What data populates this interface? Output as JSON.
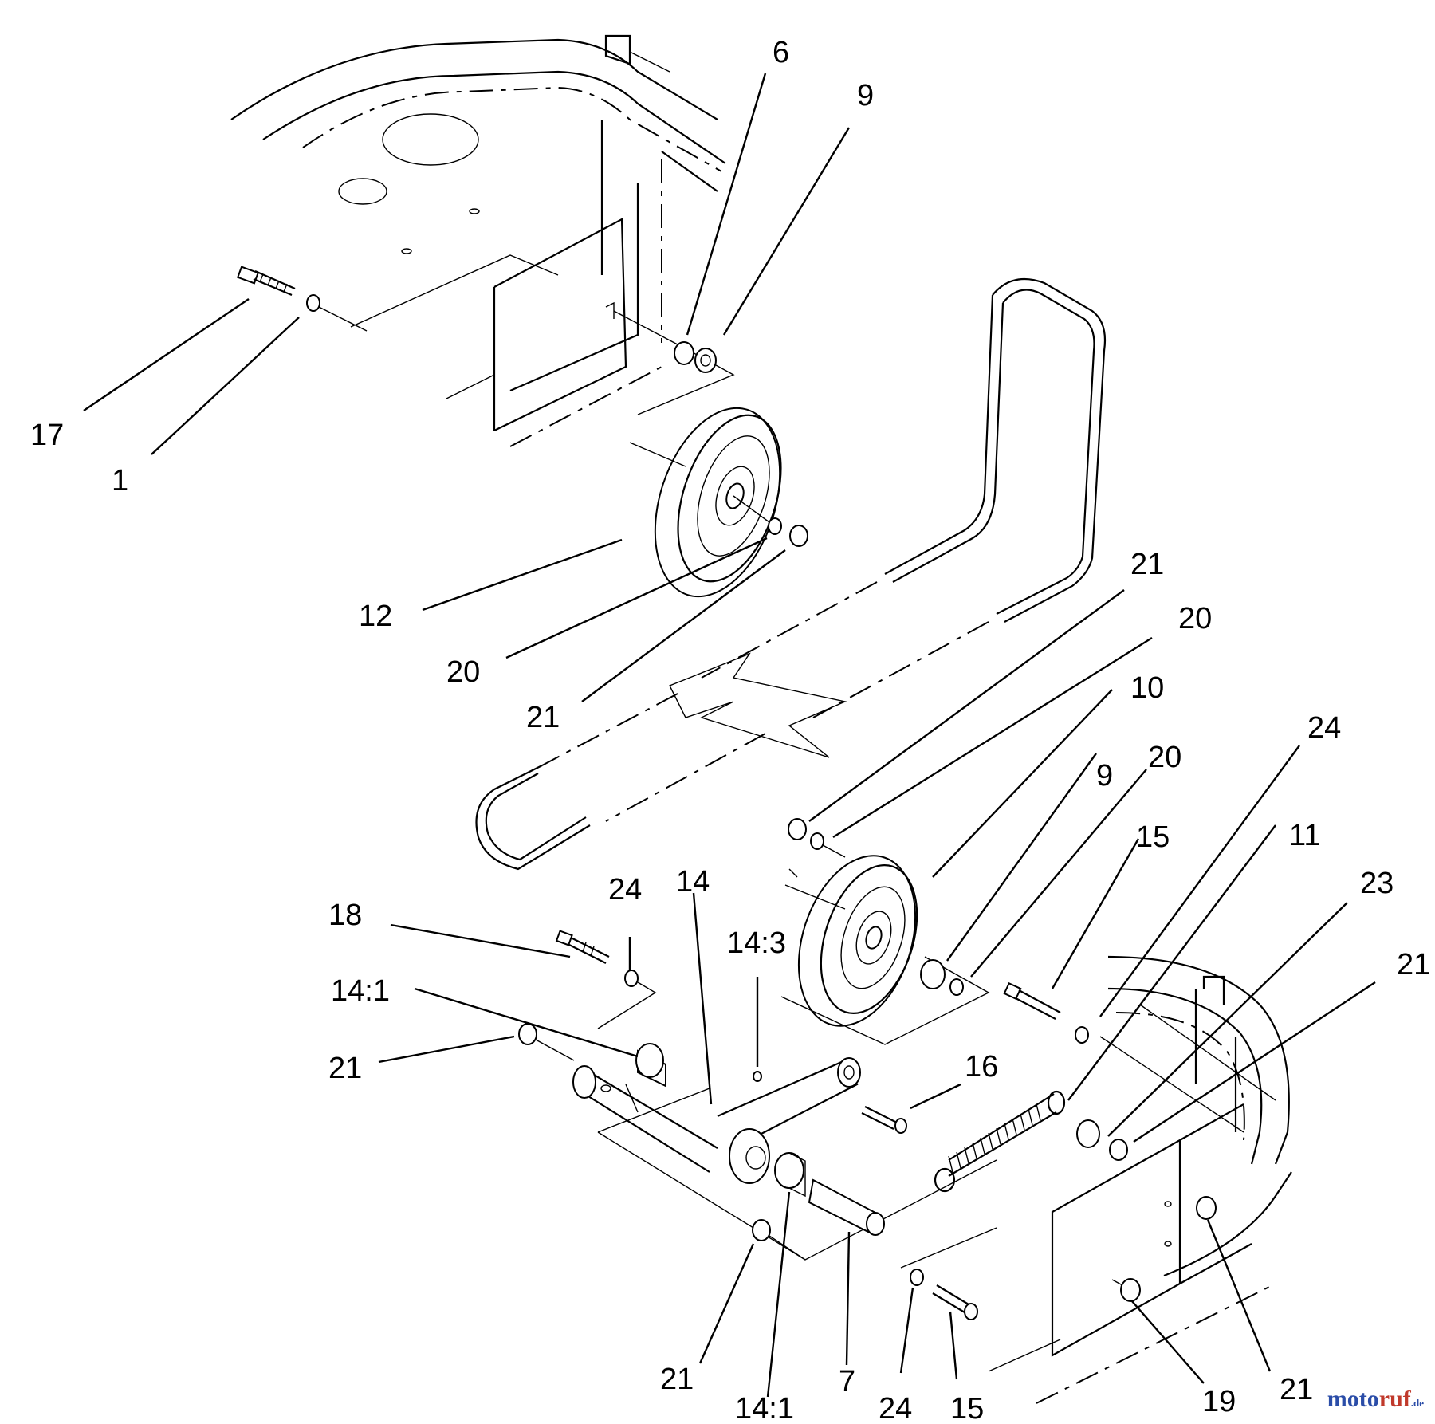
{
  "callouts": [
    {
      "text": "6"
    },
    {
      "text": "9"
    },
    {
      "text": "17"
    },
    {
      "text": "1"
    },
    {
      "text": "12"
    },
    {
      "text": "20"
    },
    {
      "text": "21"
    },
    {
      "text": "21"
    },
    {
      "text": "20"
    },
    {
      "text": "10"
    },
    {
      "text": "24"
    },
    {
      "text": "9"
    },
    {
      "text": "20"
    },
    {
      "text": "15"
    },
    {
      "text": "11"
    },
    {
      "text": "23"
    },
    {
      "text": "21"
    },
    {
      "text": "18"
    },
    {
      "text": "24"
    },
    {
      "text": "14"
    },
    {
      "text": "14:3"
    },
    {
      "text": "14:1"
    },
    {
      "text": "21"
    },
    {
      "text": "16"
    },
    {
      "text": "21"
    },
    {
      "text": "14:1"
    },
    {
      "text": "7"
    },
    {
      "text": "24"
    },
    {
      "text": "15"
    },
    {
      "text": "19"
    },
    {
      "text": "21"
    }
  ],
  "watermark": {
    "part1": "moto",
    "part2": "ruf",
    "part3": ".de"
  }
}
